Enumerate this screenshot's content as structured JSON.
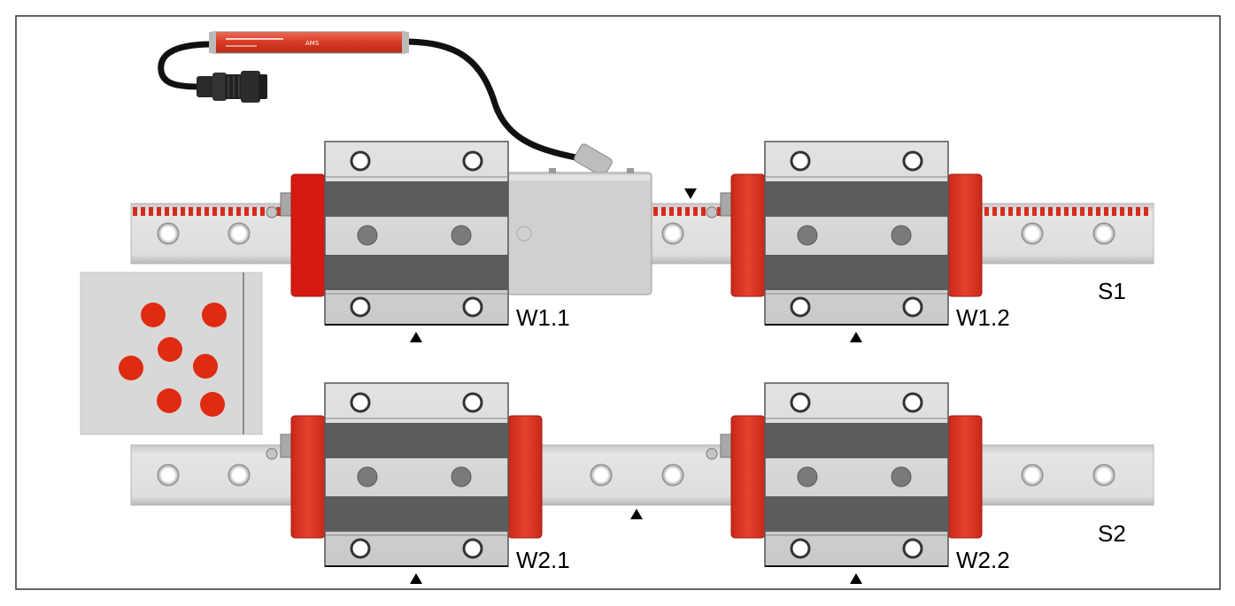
{
  "labels": {
    "rail_upper": "S1",
    "rail_lower": "S2",
    "carriage_1_1": "W1.1",
    "carriage_1_2": "W1.2",
    "carriage_2_1": "W2.1",
    "carriage_2_2": "W2.2"
  },
  "sensor_head_text": "AMS",
  "colors": {
    "frame": "#333333",
    "rail": "#dcdcdc",
    "rail_edge": "#bdbdbd",
    "carriage_body": "#d5d5d5",
    "carriage_dark": "#5a5a5a",
    "end_seal": "#e03a24",
    "end_seal_dark": "#c91a12",
    "scale_mark": "#d82b1e",
    "inset_dot": "#e02a12",
    "inset_bg": "#d9d9d9",
    "cable": "#111111"
  },
  "icons": {
    "position_marker": "triangle-marker-icon",
    "reference_marker": "triangle-down-marker-icon",
    "lube_nipple": "grease-nipple-icon",
    "mounting_hole": "mounting-hole-icon"
  }
}
